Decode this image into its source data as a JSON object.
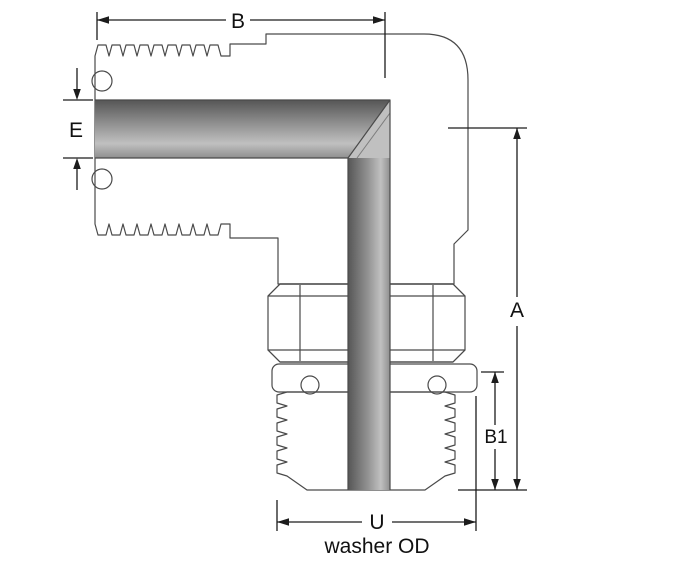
{
  "diagram": {
    "labels": {
      "width": "B",
      "bore": "E",
      "height": "A",
      "thread_length": "B1",
      "washer_width": "U",
      "caption": "washer OD"
    },
    "colors": {
      "body": "#d9d9d9",
      "nut": "#d8d8d8",
      "nut_chamfer": "#b5b5b5",
      "washer": "#d4d4d4",
      "bore_dark": "#565656",
      "bore_mid": "#8f8f8f",
      "bore_light": "#c0c0c0",
      "oring": "#c6c6c6",
      "edge": "#4a4a4a",
      "dim": "#1c1c1c",
      "background": "#ffffff"
    }
  }
}
